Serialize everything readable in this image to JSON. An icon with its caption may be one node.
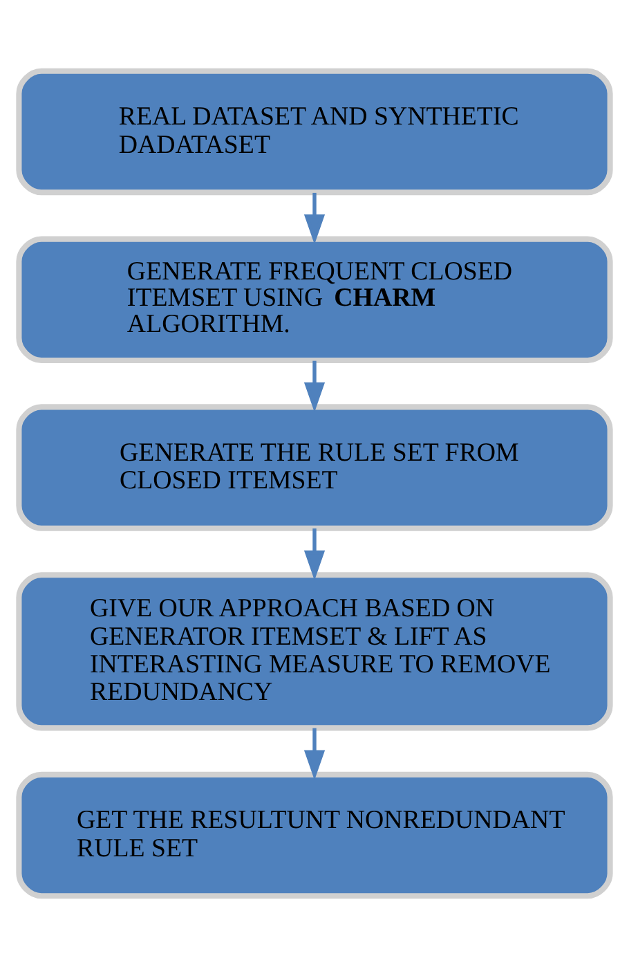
{
  "diagram": {
    "nodes": [
      {
        "text": [
          "REAL DATASET AND SYNTHETIC DADATASET"
        ]
      },
      {
        "text": [
          "GENERATE FREQUENT CLOSED ITEMSET USING **CHARM** ALGORITHM."
        ]
      },
      {
        "text": [
          "GENERATE THE RULE SET FROM CLOSED ITEMSET"
        ]
      },
      {
        "text": [
          "GIVE OUR APPROACH BASED ON GENERATOR ITEMSET & LIFT AS INTERASTING MEASURE TO REMOVE REDUNDANCY"
        ]
      },
      {
        "text": [
          "GET THE RESULTUNT NONREDUNDANT RULE SET"
        ]
      }
    ],
    "edges": [
      {
        "from": 0,
        "to": 1,
        "arrow": "to"
      },
      {
        "from": 1,
        "to": 2,
        "arrow": "to"
      },
      {
        "from": 2,
        "to": 3,
        "arrow": "to"
      },
      {
        "from": 3,
        "to": 4,
        "arrow": "to"
      }
    ]
  }
}
